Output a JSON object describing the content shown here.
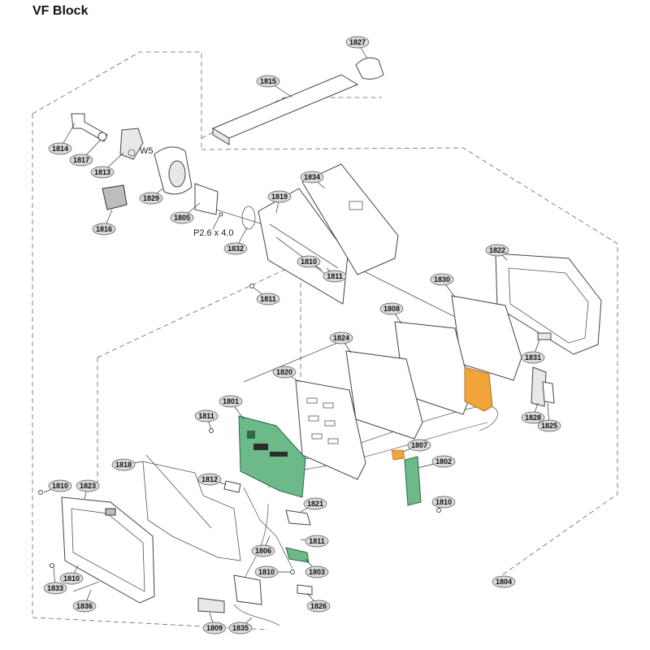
{
  "title": "VF Block",
  "colors": {
    "pcb_green": "#6cb98a",
    "flex_orange": "#f2a33a",
    "callout_fill": "#d9d9d9",
    "outline": "#444444"
  },
  "notes": {
    "w5": "W5",
    "screw_spec": "P2.6 x 4.0"
  },
  "callouts": {
    "c1827": "1827",
    "c1815": "1815",
    "c1814": "1814",
    "c1817": "1817",
    "c1813": "1813",
    "c1829": "1829",
    "c1816": "1816",
    "c1805": "1805",
    "c1834": "1834",
    "c1819": "1819",
    "c1832": "1832",
    "c1810_top": "1810",
    "c1811_top": "1811",
    "c1811_mid": "1811",
    "c1822": "1822",
    "c1830": "1830",
    "c1808": "1808",
    "c1824": "1824",
    "c1831": "1831",
    "c1820": "1820",
    "c1801": "1801",
    "c1811_left": "1811",
    "c1828": "1828",
    "c1825": "1825",
    "c1807": "1807",
    "c1802": "1802",
    "c1818": "1818",
    "c1812": "1812",
    "c1810_right": "1810",
    "c1810_left": "1810",
    "c1823": "1823",
    "c1821": "1821",
    "c1811_low": "1811",
    "c1806": "1806",
    "c1810_low": "1810",
    "c1803": "1803",
    "c1804": "1804",
    "c1833": "1833",
    "c1810_bl": "1810",
    "c1836": "1836",
    "c1826": "1826",
    "c1809": "1809",
    "c1835": "1835"
  }
}
